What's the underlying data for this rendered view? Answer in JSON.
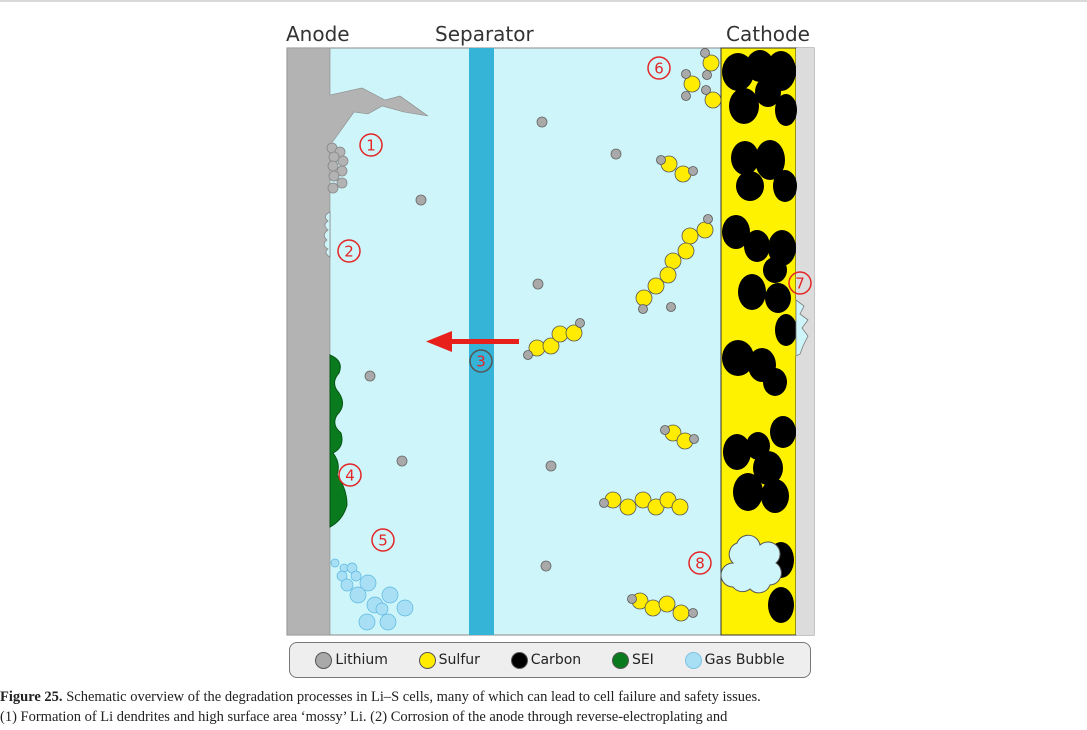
{
  "headers": {
    "anode": "Anode",
    "separator": "Separator",
    "cathode": "Cathode"
  },
  "markers": [
    "1",
    "2",
    "3",
    "4",
    "5",
    "6",
    "7",
    "8"
  ],
  "legend": [
    {
      "label": "Lithium",
      "color": "#a9a9a9",
      "icon": "lithium-dot"
    },
    {
      "label": "Sulfur",
      "color": "#ffec00",
      "icon": "sulfur-dot"
    },
    {
      "label": "Carbon",
      "color": "#000000",
      "icon": "carbon-dot"
    },
    {
      "label": "SEI",
      "color": "#0a7a1e",
      "icon": "sei-dot"
    },
    {
      "label": "Gas Bubble",
      "color": "#a8dff5",
      "icon": "gas-bubble-dot"
    }
  ],
  "colors": {
    "electrolyte": "#cef5f9",
    "separator": "#35b4d8",
    "anode": "#b3b3b3",
    "cathode": "#fff200",
    "marker": "#e32526",
    "arrow": "#e8201c"
  },
  "caption": {
    "label": "Figure 25.",
    "line1": "Schematic overview of the degradation processes in Li–S cells, many of which can lead to cell failure and safety issues.",
    "line2": "(1) Formation of Li dendrites and high surface area ‘mossy’ Li. (2) Corrosion of the anode through reverse-electroplating and"
  }
}
